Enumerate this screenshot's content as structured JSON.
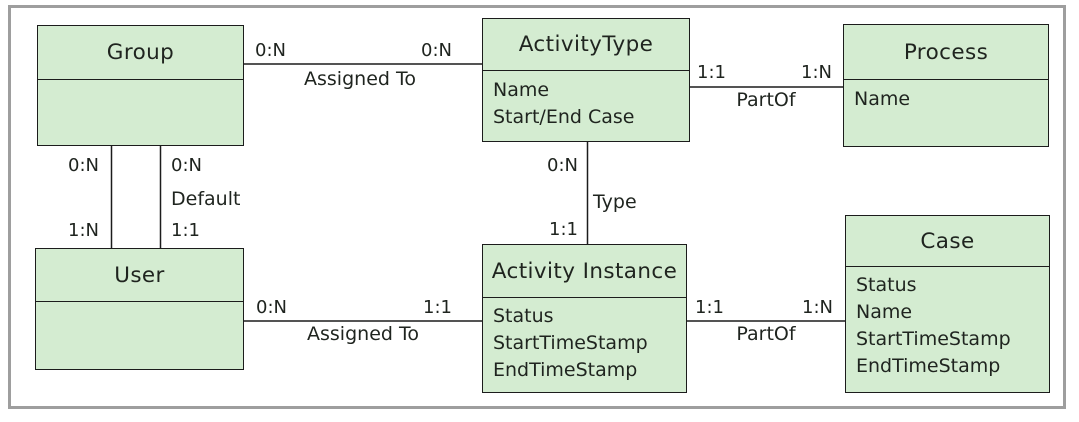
{
  "diagram": {
    "type": "entity-relationship",
    "colors": {
      "entity_fill": "#d4ecd1",
      "entity_border": "#1c1c1c",
      "connector": "#1c1c1c",
      "frame": "#9e9e9e",
      "text": "#1f241f",
      "background": "#ffffff"
    },
    "entities": [
      {
        "name": "Group",
        "attributes": []
      },
      {
        "name": "ActivityType",
        "attributes": [
          "Name",
          "Start/End Case"
        ]
      },
      {
        "name": "Process",
        "attributes": [
          "Name"
        ]
      },
      {
        "name": "User",
        "attributes": []
      },
      {
        "name": "Activity Instance",
        "attributes": [
          "Status",
          "StartTimeStamp",
          "EndTimeStamp"
        ]
      },
      {
        "name": "Case",
        "attributes": [
          "Status",
          "Name",
          "StartTimeStamp",
          "EndTimeStamp"
        ]
      }
    ],
    "relationships": [
      {
        "label": "Assigned To",
        "from": "Group",
        "to": "ActivityType",
        "from_card": "0:N",
        "to_card": "0:N"
      },
      {
        "label": "PartOf",
        "from": "ActivityType",
        "to": "Process",
        "from_card": "1:1",
        "to_card": "1:N"
      },
      {
        "label": "",
        "from": "Group",
        "to": "User",
        "from_card": "0:N",
        "to_card": "1:N"
      },
      {
        "label": "Default",
        "from": "Group",
        "to": "User",
        "from_card": "0:N",
        "to_card": "1:1"
      },
      {
        "label": "Type",
        "from": "ActivityType",
        "to": "Activity Instance",
        "from_card": "0:N",
        "to_card": "1:1"
      },
      {
        "label": "Assigned To",
        "from": "User",
        "to": "Activity Instance",
        "from_card": "0:N",
        "to_card": "1:1"
      },
      {
        "label": "PartOf",
        "from": "Activity Instance",
        "to": "Case",
        "from_card": "1:1",
        "to_card": "1:N"
      }
    ]
  }
}
